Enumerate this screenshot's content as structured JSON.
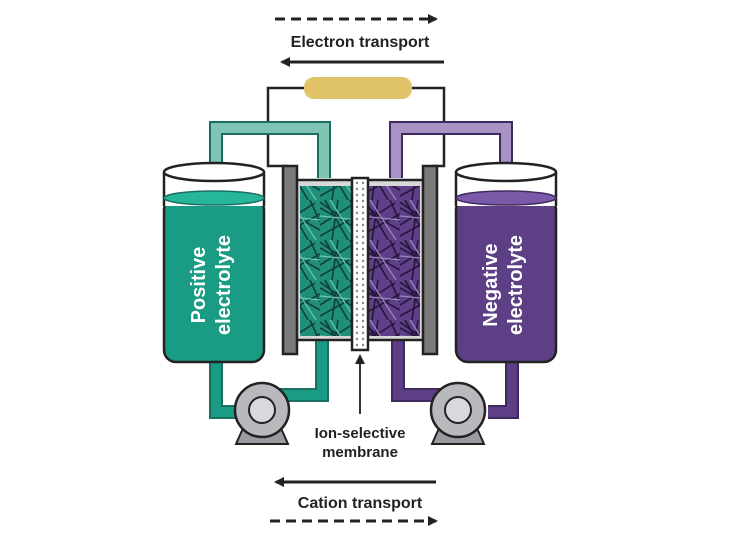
{
  "labels": {
    "electron_transport": "Electron transport",
    "cation_transport": "Cation transport",
    "positive_line1": "Positive",
    "positive_line2": "electrolyte",
    "negative_line1": "Negative",
    "negative_line2": "electrolyte",
    "membrane_line1": "Ion-selective",
    "membrane_line2": "membrane"
  },
  "colors": {
    "positive": "#1a9b84",
    "positive_tube": "#7fc4b4",
    "negative": "#5d3f86",
    "negative_tube": "#a893c4",
    "load": "#e1c36a",
    "electrode": "#7b7b7b",
    "pump": "#b9b8bd",
    "wire": "#222222"
  }
}
